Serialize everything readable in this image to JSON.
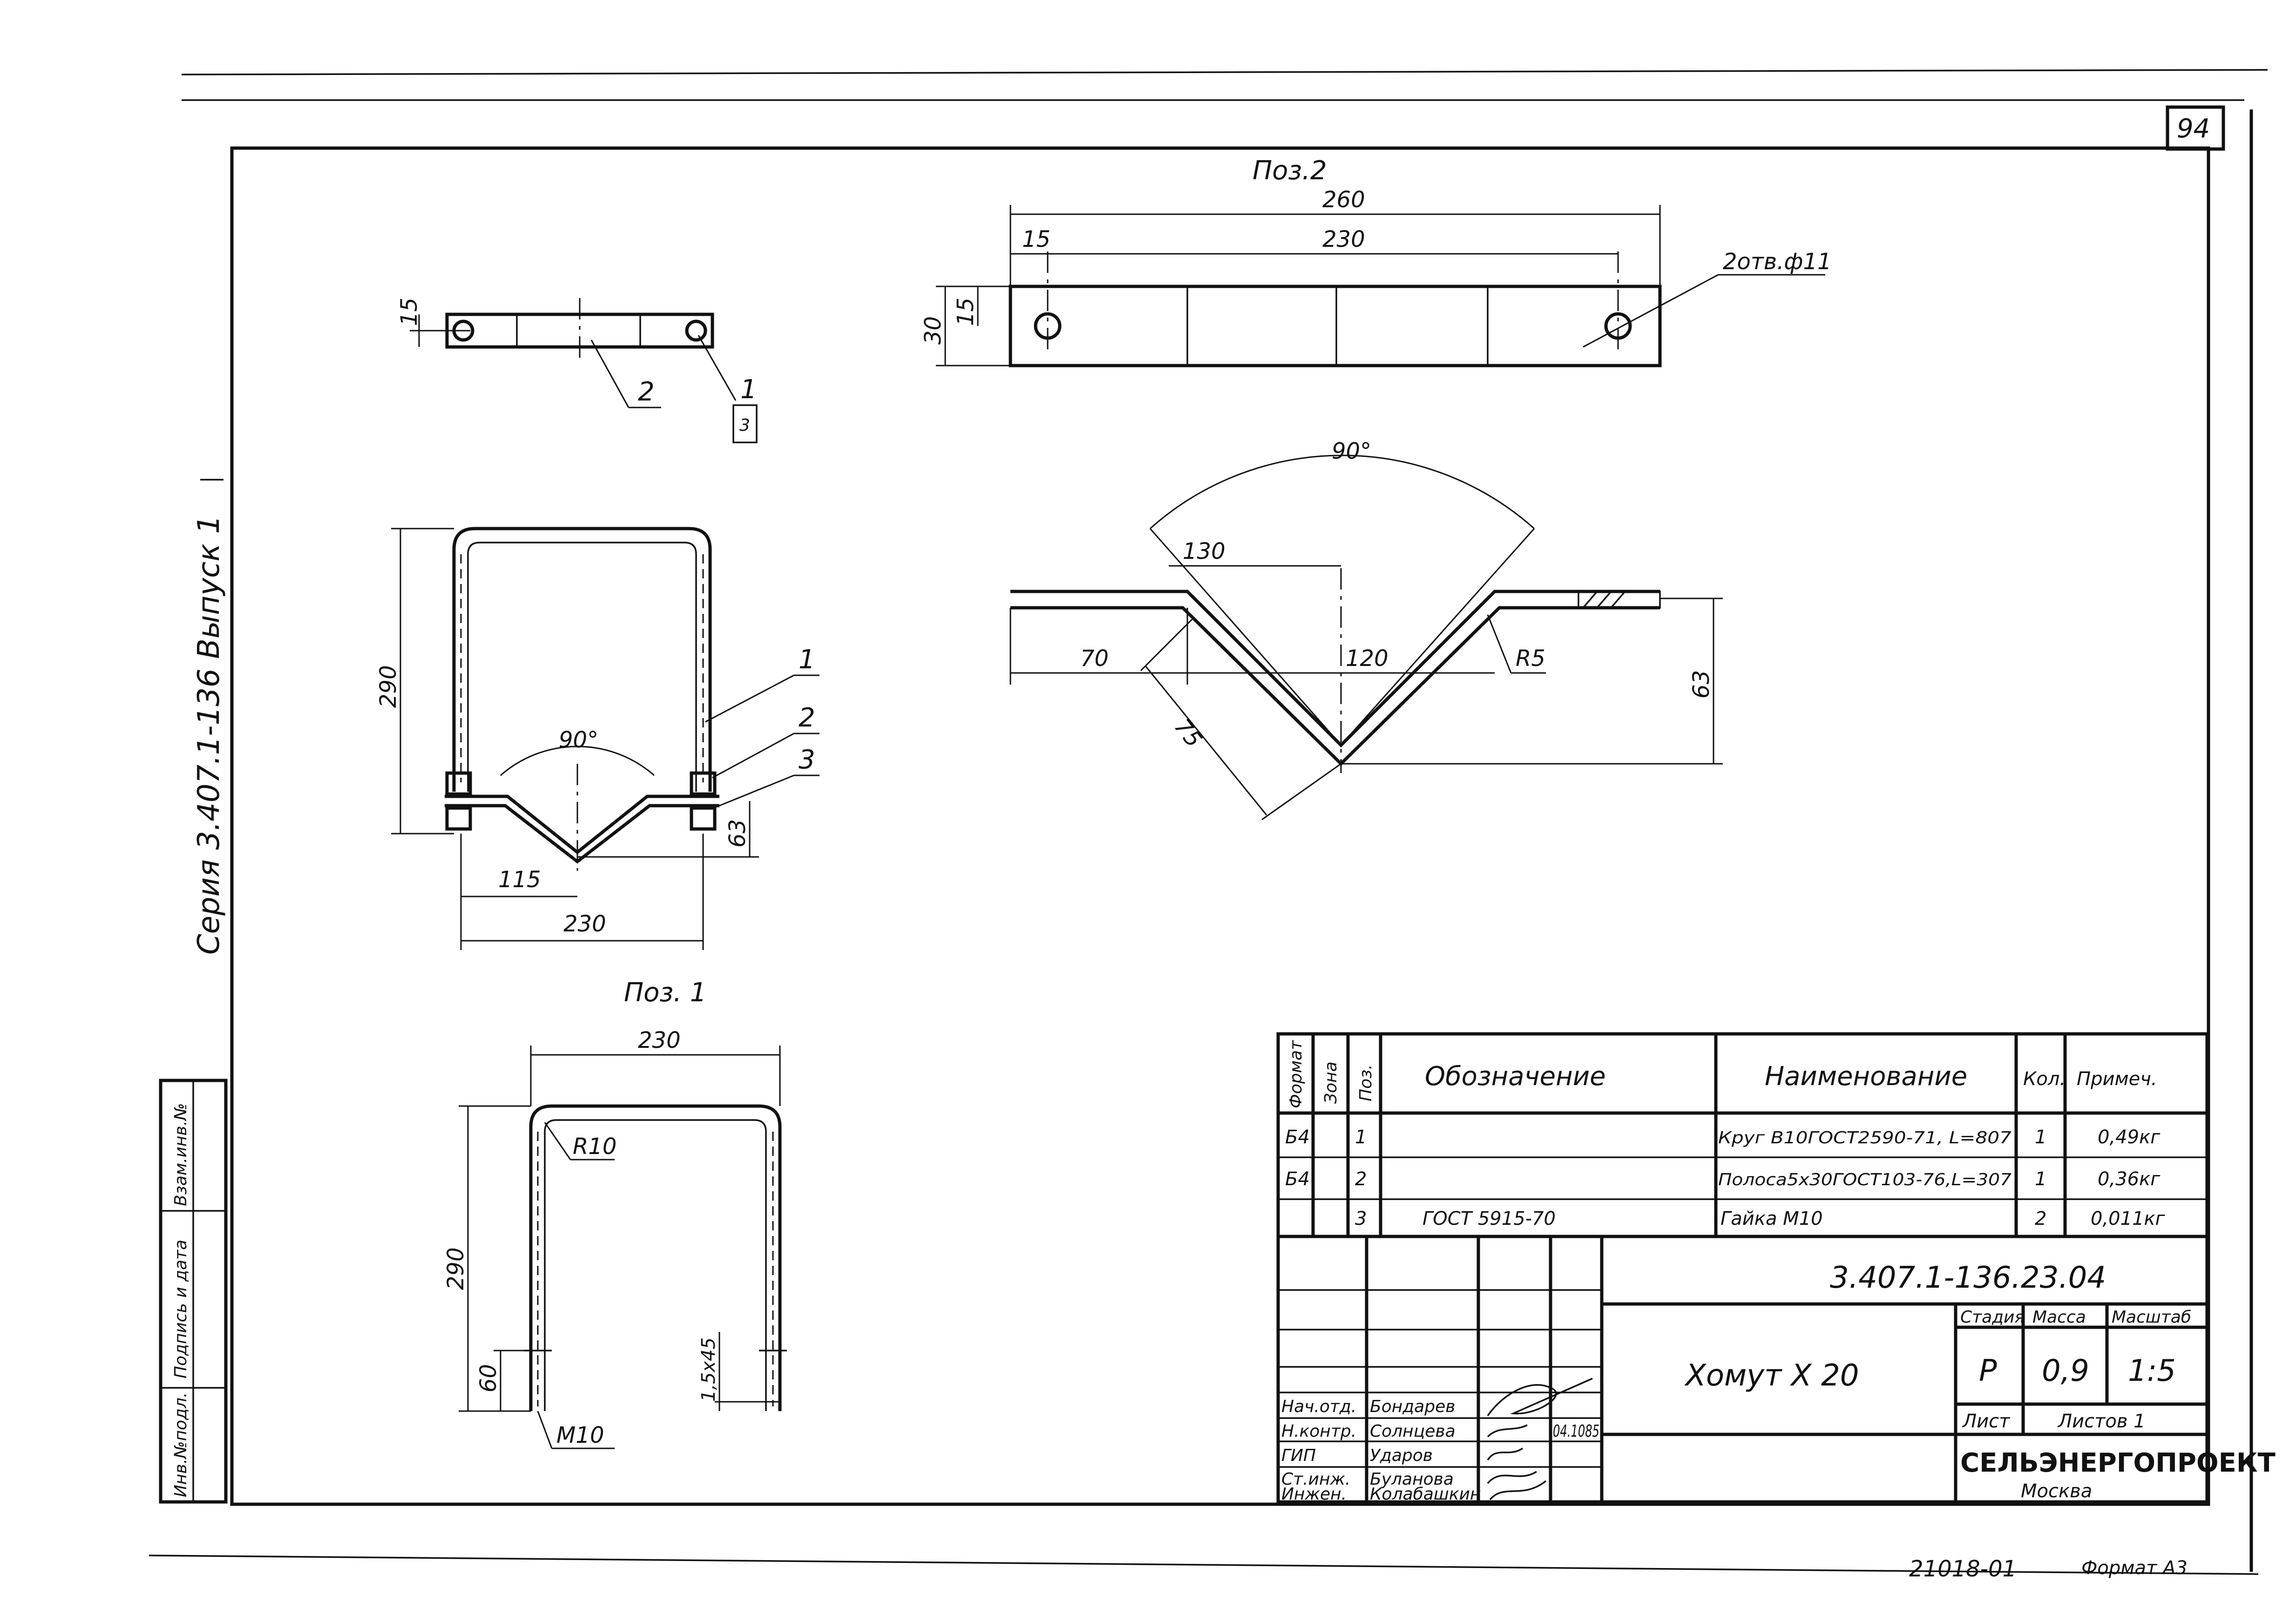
{
  "sheet": {
    "number": "94",
    "series": "Серия 3.407.1-136 Выпуск 1",
    "archive_no": "21018-01",
    "format_label": "Формат А3"
  },
  "side_stamp": {
    "col1": "Инв.№подл.",
    "col2": "Подпись и дата",
    "col3": "Взам.инв.№"
  },
  "views": {
    "top_plan": {
      "dim_15": "15",
      "label_2": "2",
      "label_1": "1",
      "label_1_sub": "3"
    },
    "assembly": {
      "dim_290": "290",
      "angle": "90°",
      "dim_63": "63",
      "dim_115": "115",
      "dim_230": "230",
      "leader_1": "1",
      "leader_2": "2",
      "leader_3": "3"
    },
    "pos2_plan": {
      "title": "Поз.2",
      "dim_260": "260",
      "dim_15": "15",
      "dim_230": "230",
      "dim_30": "30",
      "dim_15v": "15",
      "hole_note": "2отв.ф11"
    },
    "pos2_side": {
      "angle": "90°",
      "dim_130": "130",
      "dim_70": "70",
      "dim_120": "120",
      "dim_r5": "R5",
      "dim_63": "63",
      "dim_75": "75"
    },
    "pos1": {
      "title": "Поз. 1",
      "dim_230": "230",
      "dim_r10": "R10",
      "dim_290": "290",
      "dim_60": "60",
      "dim_15x45": "1,5х45",
      "thread": "М10"
    }
  },
  "spec_table": {
    "headers": {
      "format": "Формат",
      "zone": "Зона",
      "pos": "Поз.",
      "designation": "Обозначение",
      "name": "Наименование",
      "qty": "Кол.",
      "note": "Примеч."
    },
    "rows": [
      {
        "format": "Б4",
        "zone": "",
        "pos": "1",
        "designation": "",
        "name": "Круг В10ГОСТ2590-71, L=807",
        "qty": "1",
        "note": "0,49кг"
      },
      {
        "format": "Б4",
        "zone": "",
        "pos": "2",
        "designation": "",
        "name": "Полоса5х30ГОСТ103-76,L=307",
        "qty": "1",
        "note": "0,36кг"
      },
      {
        "format": "",
        "zone": "",
        "pos": "3",
        "designation": "ГОСТ 5915-70",
        "name": "Гайка М10",
        "qty": "2",
        "note": "0,011кг"
      }
    ]
  },
  "title_block": {
    "code": "3.407.1-136.23.04",
    "title": "Хомут Х 20",
    "stage_label": "Стадия",
    "mass_label": "Масса",
    "scale_label": "Масштаб",
    "stage": "Р",
    "mass": "0,9",
    "scale": "1:5",
    "sheet_label": "Лист",
    "sheets_label": "Листов 1",
    "org": "СЕЛЬЭНЕРГОПРОЕКТ",
    "city": "Москва",
    "people": [
      {
        "role": "Нач.отд.",
        "name": "Бондарев",
        "date": ""
      },
      {
        "role": "Н.контр.",
        "name": "Солнцева",
        "date": "04.1085"
      },
      {
        "role": "ГИП",
        "name": "Ударов",
        "date": ""
      },
      {
        "role": "Ст.инж.",
        "name": "Буланова",
        "date": ""
      },
      {
        "role": "Инжен.",
        "name": "Колабашкин",
        "date": ""
      }
    ]
  }
}
